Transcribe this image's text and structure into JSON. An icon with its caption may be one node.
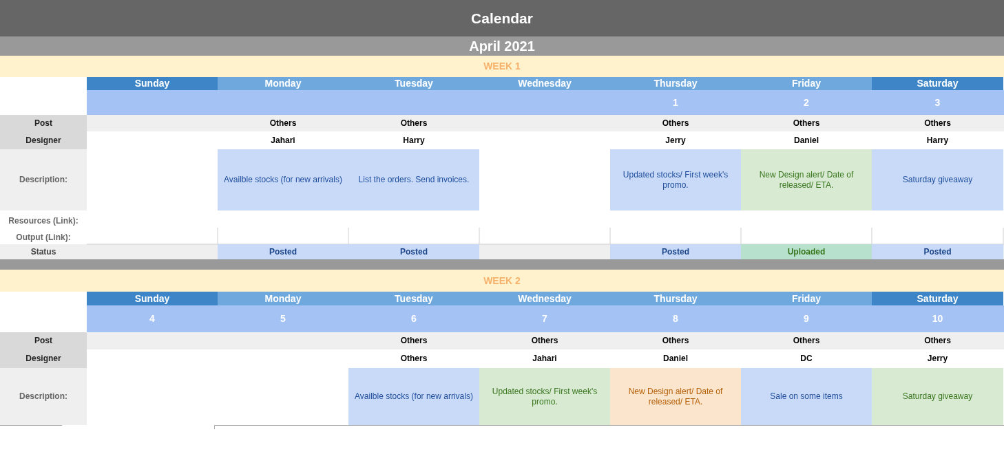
{
  "diagram": {
    "title": "Calendar",
    "labels": [
      "April 2021",
      "WEEK 1",
      "Sunday",
      "Monday",
      "Tuesday",
      "Wednesday",
      "Thursday",
      "Friday",
      "Saturday",
      "1",
      "2",
      "3",
      "Post",
      "Others",
      "Others",
      "Others",
      "Others",
      "Others",
      "Designer",
      "Jahari",
      "Harry",
      "Jerry",
      "Daniel",
      "Harry",
      "Description:",
      "Availble stocks (for new arrivals)",
      "List the orders. Send invoices.",
      "Updated stocks/ First week's promo.",
      "New Design alert/ Date of released/ ETA.",
      "Saturday giveaway",
      "Resources (Link):",
      "Output (Link):",
      "Status",
      "Posted",
      "Posted",
      "Posted",
      "Uploaded",
      "Posted",
      "WEEK 2",
      "Sunday",
      "Monday",
      "Tuesday",
      "Wednesday",
      "Thursday",
      "Friday",
      "Saturday",
      "4",
      "5",
      "6",
      "7",
      "8",
      "9",
      "10",
      "Post",
      "Others",
      "Others",
      "Others",
      "Others",
      "Others",
      "Designer",
      "Others",
      "Jahari",
      "Daniel",
      "DC",
      "Jerry",
      "Description:",
      "Availble stocks (for new arrivals)",
      "Updated stocks/ First week's promo.",
      "New Design alert/ Date of released/ ETA.",
      "Sale on some items",
      "Saturday giveaway"
    ]
  }
}
